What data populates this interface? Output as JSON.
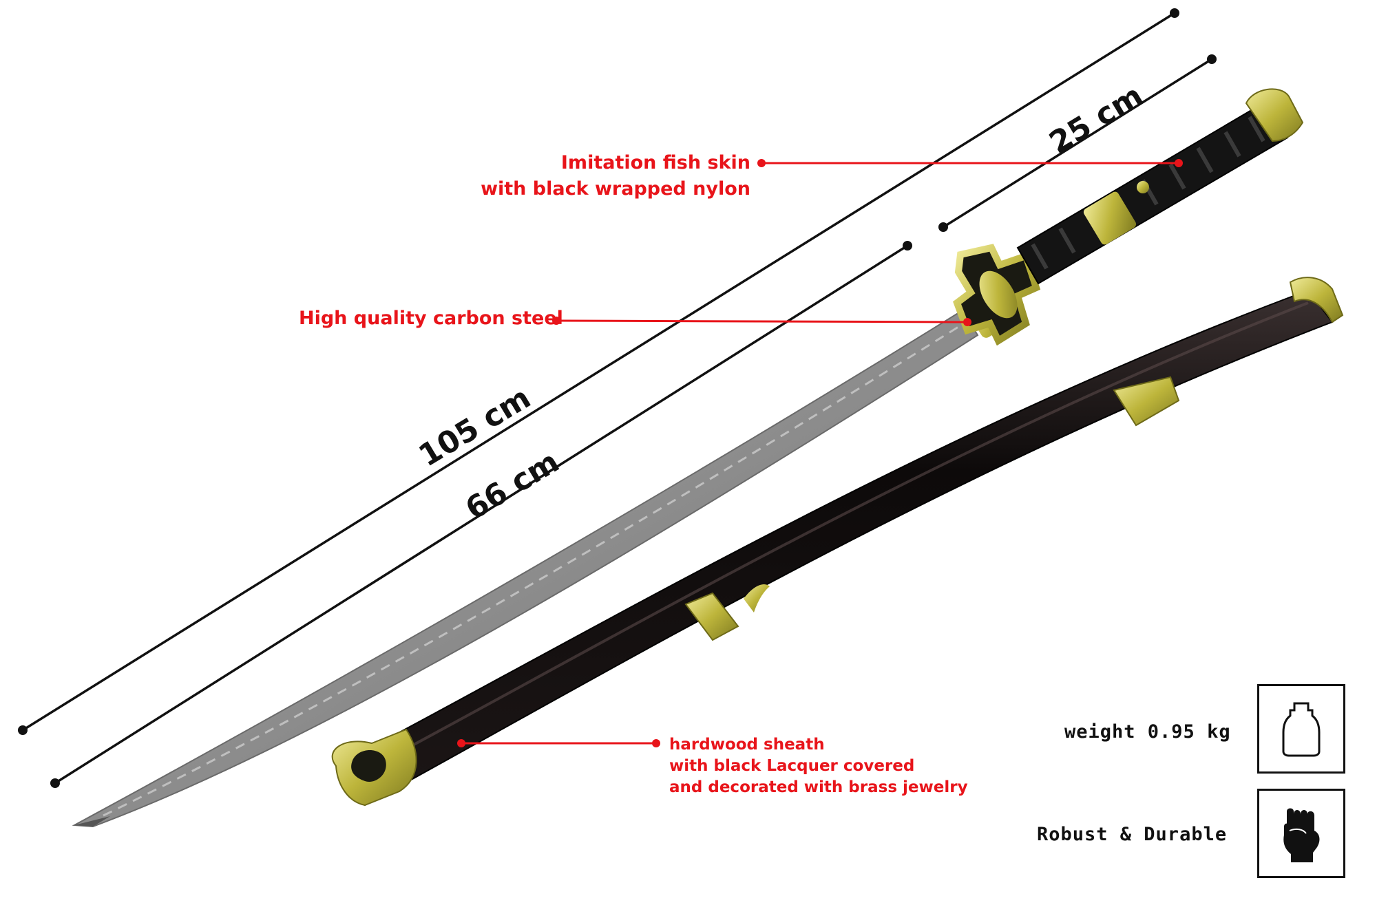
{
  "dimensions": {
    "overall": "105 cm",
    "blade": "66 cm",
    "handle": "25 cm"
  },
  "callouts": {
    "handle_line1": "Imitation fish skin",
    "handle_line2": "with black wrapped nylon",
    "blade": "High quality carbon steel",
    "sheath_line1": "hardwood sheath",
    "sheath_line2": "with black Lacquer covered",
    "sheath_line3": "and decorated with brass jewelry"
  },
  "features": [
    {
      "label": "weight 0.95 kg",
      "icon": "weight-icon"
    },
    {
      "label": "Robust & Durable",
      "icon": "fist-icon"
    }
  ],
  "colors": {
    "callout_red": "#e8141a",
    "brass": "#c9c24a",
    "lacquer": "#141010",
    "steel": "#9a9a9a"
  }
}
